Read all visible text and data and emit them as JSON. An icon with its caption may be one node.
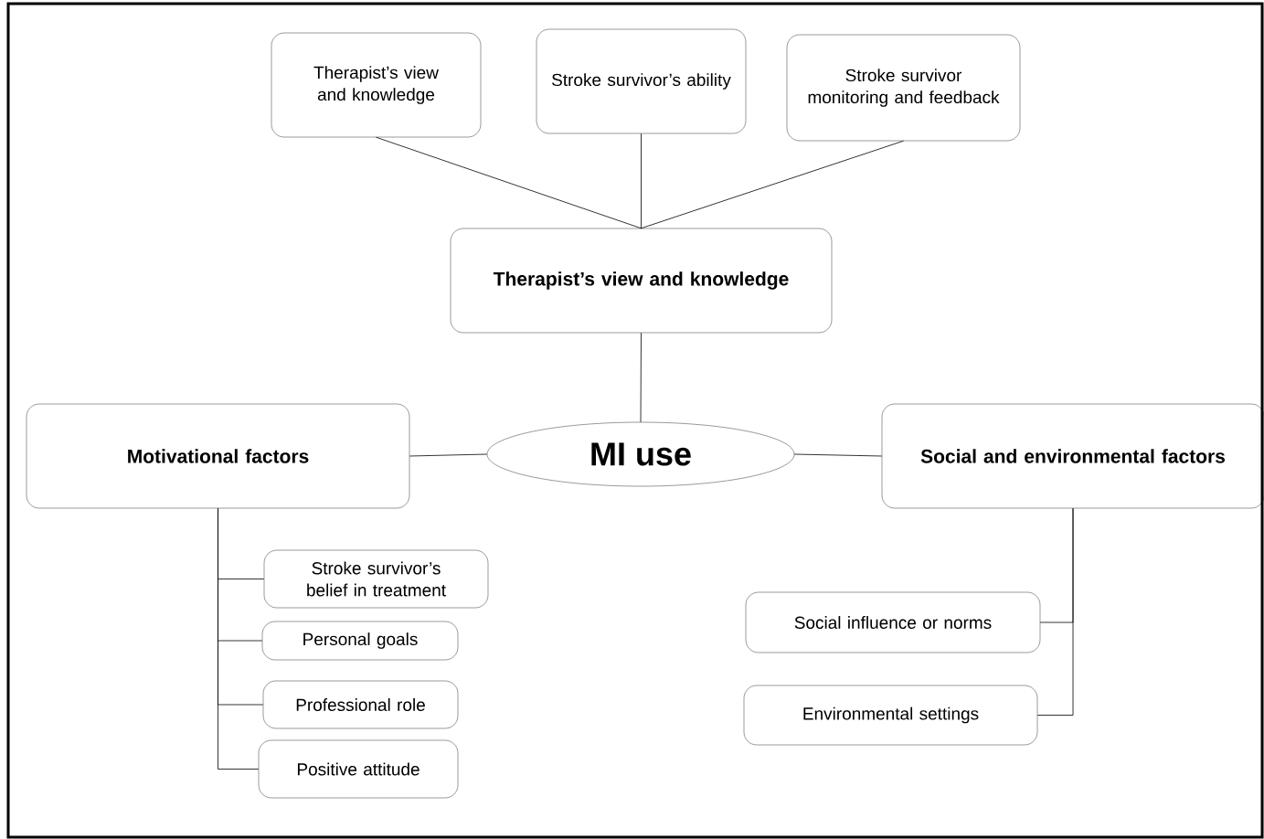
{
  "diagram": {
    "nodes": [
      {
        "text": [
          "Therapist’s view and knowledge"
        ]
      },
      {
        "text": [
          "Stroke survivor’s ability"
        ]
      },
      {
        "text": [
          "Stroke survivor monitoring and feedback"
        ]
      },
      {
        "text": [
          "Therapist’s view and knowledge"
        ]
      },
      {
        "text": [
          "Motivational factors"
        ]
      },
      {
        "text": [
          "MI use"
        ]
      },
      {
        "text": [
          "Social and environmental factors"
        ]
      },
      {
        "text": [
          "Stroke survivor’s belief in treatment"
        ]
      },
      {
        "text": [
          "Personal goals"
        ]
      },
      {
        "text": [
          "Professional role"
        ]
      },
      {
        "text": [
          "Positive attitude"
        ]
      },
      {
        "text": [
          "Social influence or norms"
        ]
      },
      {
        "text": [
          "Environmental settings"
        ]
      }
    ],
    "edges": [
      {
        "from": 0,
        "to": 3,
        "arrow": "none"
      },
      {
        "from": 1,
        "to": 3,
        "arrow": "none"
      },
      {
        "from": 2,
        "to": 3,
        "arrow": "none"
      },
      {
        "from": 3,
        "to": 5,
        "arrow": "none"
      },
      {
        "from": 4,
        "to": 5,
        "arrow": "none"
      },
      {
        "from": 5,
        "to": 6,
        "arrow": "none"
      },
      {
        "from": 4,
        "to": 7,
        "arrow": "none"
      },
      {
        "from": 4,
        "to": 8,
        "arrow": "none"
      },
      {
        "from": 4,
        "to": 9,
        "arrow": "none"
      },
      {
        "from": 4,
        "to": 10,
        "arrow": "none"
      },
      {
        "from": 6,
        "to": 11,
        "arrow": "none"
      },
      {
        "from": 6,
        "to": 12,
        "arrow": "none"
      }
    ]
  }
}
